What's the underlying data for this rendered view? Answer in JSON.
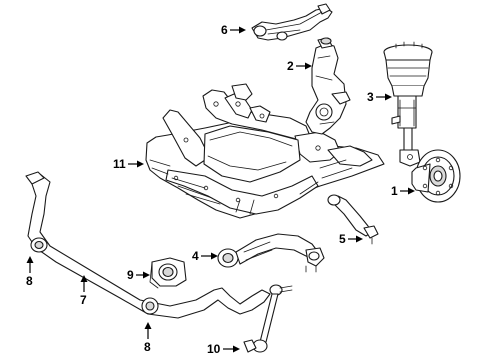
{
  "callouts": {
    "c1": "1",
    "c2": "2",
    "c3": "3",
    "c4": "4",
    "c5": "5",
    "c6": "6",
    "c7": "7",
    "c8a": "8",
    "c8b": "8",
    "c9": "9",
    "c10": "10",
    "c11": "11"
  }
}
